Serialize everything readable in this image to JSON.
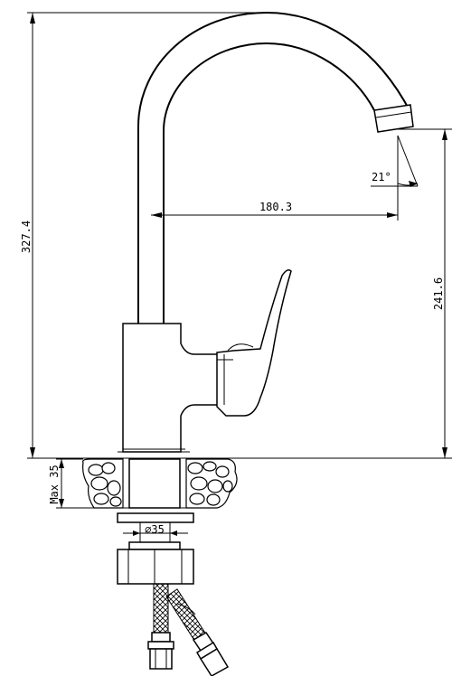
{
  "dimensions": {
    "total_height": "327.4",
    "spout_height": "241.6",
    "spout_reach": "180.3",
    "spout_angle": "21°",
    "max_thickness": "Max 35",
    "hole_diameter": "⌀35"
  }
}
